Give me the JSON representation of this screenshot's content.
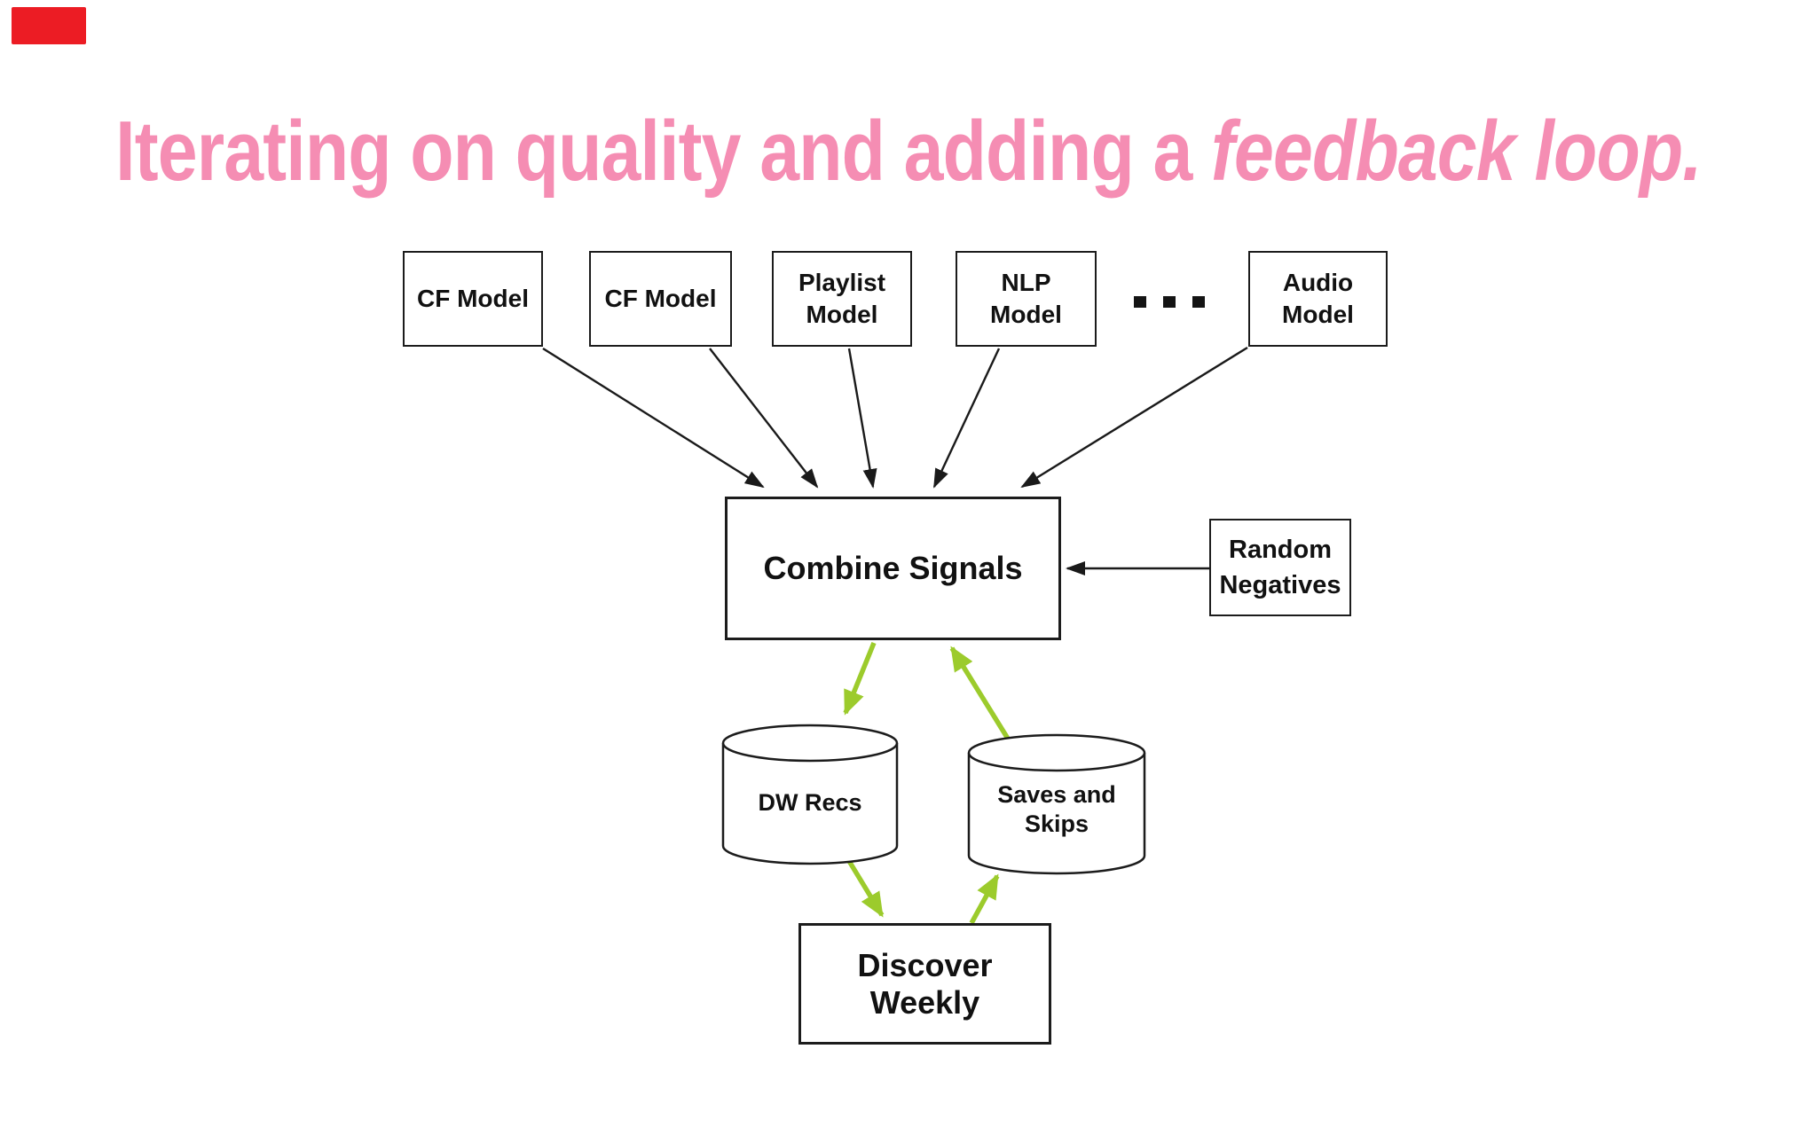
{
  "slide": {
    "background_color": "#ffffff",
    "record_marker_color": "#ec1c24",
    "title": {
      "text_regular": "Iterating on quality and adding a ",
      "text_italic": "feedback loop.",
      "color": "#f58db3"
    },
    "diagram": {
      "line_color": "#1a1a1a",
      "feedback_arrow_color": "#9ccb2c",
      "model_row": [
        {
          "lines": [
            "CF Model",
            ""
          ]
        },
        {
          "lines": [
            "CF Model",
            ""
          ]
        },
        {
          "lines": [
            "Playlist",
            "Model"
          ]
        },
        {
          "lines": [
            "NLP",
            "Model"
          ]
        },
        {
          "lines": [
            "Audio",
            "Model"
          ]
        }
      ],
      "ellipsis_icon": "three-dots",
      "combine": {
        "label": "Combine Signals"
      },
      "random_negatives": {
        "lines": [
          "Random",
          "Negatives"
        ]
      },
      "dw_recs": {
        "label": "DW Recs"
      },
      "saves_skips": {
        "lines": [
          "Saves and",
          "Skips"
        ]
      },
      "discover_weekly": {
        "label": "Discover Weekly"
      }
    }
  }
}
